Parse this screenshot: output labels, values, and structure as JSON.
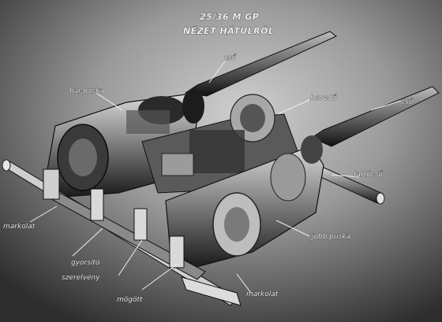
{
  "diagram": {
    "title_line1": "25/36 M GP",
    "title_line2": "NÉZET HÁTULRÓL",
    "labels": {
      "cso_top": "cső",
      "bal_puska": "bal-puska",
      "hevedo": "hevedő",
      "cso_right": "cső",
      "tartocso": "tartócső",
      "jobb_puska": "jobb puska",
      "markolat": "markolat",
      "gyorsito": "gyorsító",
      "szerelveny": "szerelvény",
      "mogott": "mögött",
      "markolat2": "markolat"
    }
  }
}
